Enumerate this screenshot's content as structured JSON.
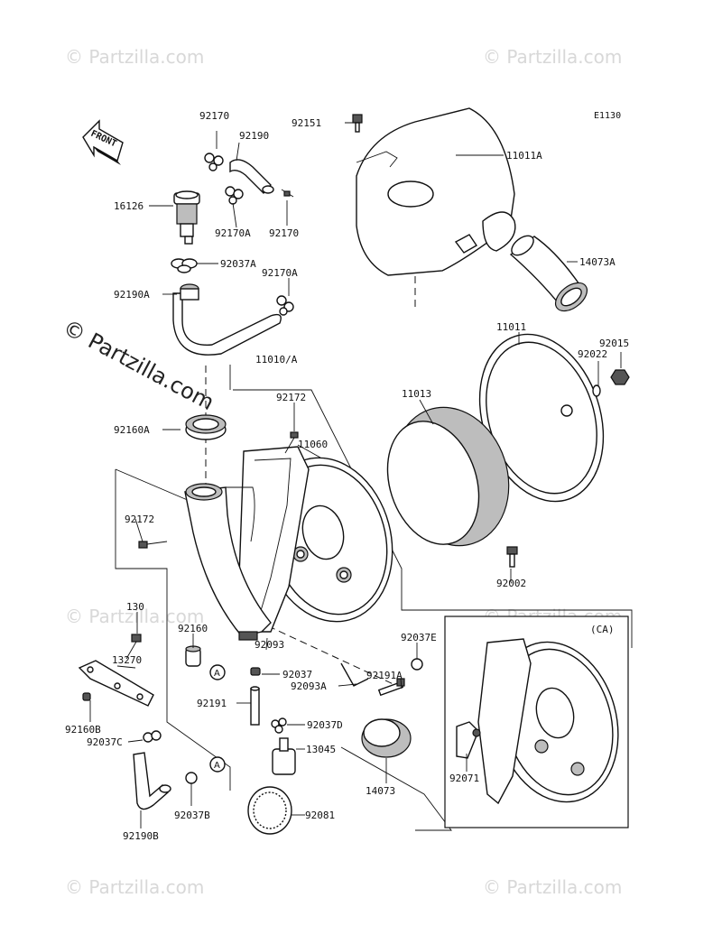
{
  "diagram_code": "E1130",
  "front_label": "FRONT",
  "variant_label": "(CA)",
  "ref_marker": "A",
  "watermark": {
    "small": "© Partzilla.com",
    "large": "© Partzilla.com"
  },
  "parts": {
    "p92170_top": "92170",
    "p92190": "92190",
    "p92151": "92151",
    "p11011A": "11011A",
    "p16126": "16126",
    "p92170A_mid": "92170A",
    "p92170_mid": "92170",
    "p92037A": "92037A",
    "p92170A_low": "92170A",
    "p92190A": "92190A",
    "p14073A": "14073A",
    "p11011": "11011",
    "p92015": "92015",
    "p92022": "92022",
    "p11010A": "11010/A",
    "p92172_top": "92172",
    "p11013": "11013",
    "p92160A": "92160A",
    "p11060": "11060",
    "p92172_left": "92172",
    "p92002": "92002",
    "p130": "130",
    "p92160": "92160",
    "p92093": "92093",
    "p13270": "13270",
    "p92037": "92037",
    "p92037E": "92037E",
    "p92191A": "92191A",
    "p92093A": "92093A",
    "p92191": "92191",
    "p92037D": "92037D",
    "p92160B": "92160B",
    "p92037C": "92037C",
    "p13045": "13045",
    "p14073": "14073",
    "p92071": "92071",
    "p92037B": "92037B",
    "p92081": "92081",
    "p92190B": "92190B"
  }
}
